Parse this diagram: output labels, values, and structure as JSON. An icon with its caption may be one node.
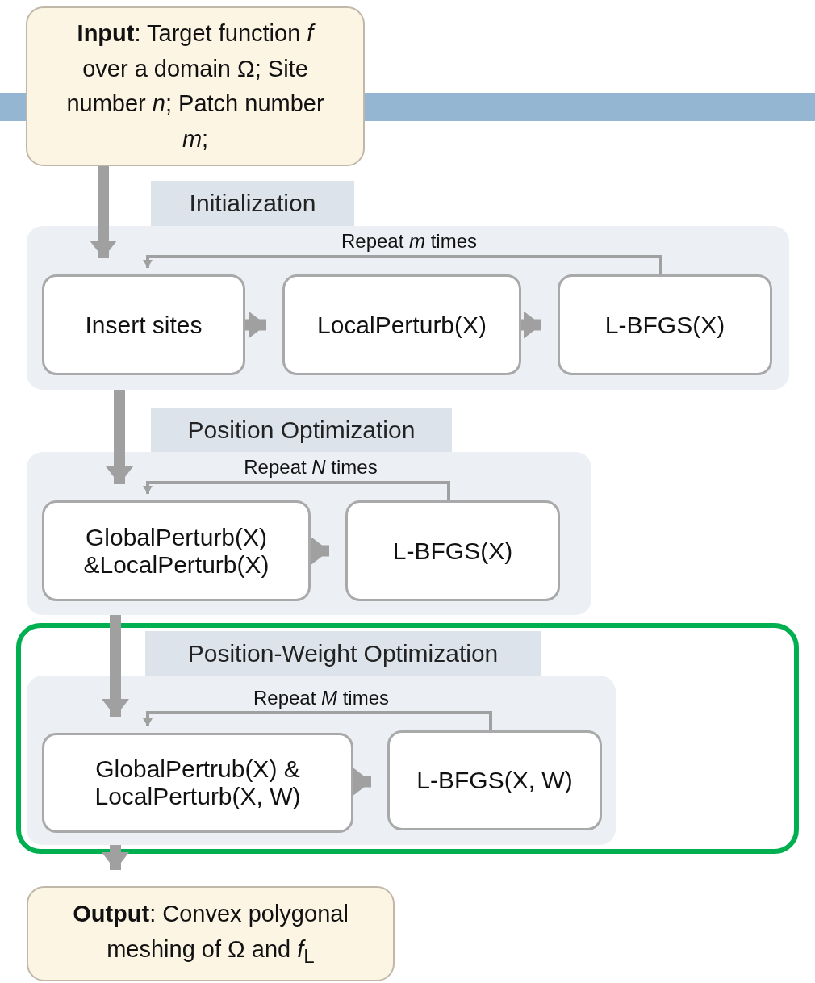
{
  "diagram": {
    "nodes": [
      {
        "text": [
          "**Input**: Target function *f* over a domain Ω; Site number *n*; Patch number *m*;"
        ]
      },
      {
        "text": [
          "Initialization"
        ]
      },
      {
        "text": [
          "Insert sites"
        ],
        "in": 1
      },
      {
        "text": [
          "LocalPerturb(X)"
        ],
        "in": 1
      },
      {
        "text": [
          "L-BFGS(X)"
        ],
        "in": 1
      },
      {
        "text": [
          "Position Optimization"
        ]
      },
      {
        "text": [
          "GlobalPerturb(X) &LocalPerturb(X)"
        ],
        "in": 5
      },
      {
        "text": [
          "L-BFGS(X)"
        ],
        "in": 5
      },
      {
        "text": [
          "Position-Weight Optimization"
        ]
      },
      {
        "text": [
          "GlobalPertrub(X) & LocalPerturb(X, W)"
        ],
        "in": 8
      },
      {
        "text": [
          "L-BFGS(X, W)"
        ],
        "in": 8
      },
      {
        "text": [
          "**Output**: Convex polygonal meshing of Ω and *f*$_{L}$"
        ]
      }
    ],
    "edges": [
      {
        "from": 0,
        "to": 2,
        "arrow": "to"
      },
      {
        "from": 2,
        "to": 3,
        "arrow": "to"
      },
      {
        "from": 3,
        "to": 4,
        "arrow": "to"
      },
      {
        "from": 4,
        "to": 2,
        "arrow": "to",
        "label": "Repeat *m* times"
      },
      {
        "from": 1,
        "to": 6,
        "arrow": "to"
      },
      {
        "from": 6,
        "to": 7,
        "arrow": "to"
      },
      {
        "from": 7,
        "to": 6,
        "arrow": "to",
        "label": "Repeat *N* times"
      },
      {
        "from": 5,
        "to": 9,
        "arrow": "to"
      },
      {
        "from": 9,
        "to": 10,
        "arrow": "to"
      },
      {
        "from": 10,
        "to": 9,
        "arrow": "to",
        "label": "Repeat *M* times"
      },
      {
        "from": 8,
        "to": 11,
        "arrow": "to"
      }
    ]
  }
}
